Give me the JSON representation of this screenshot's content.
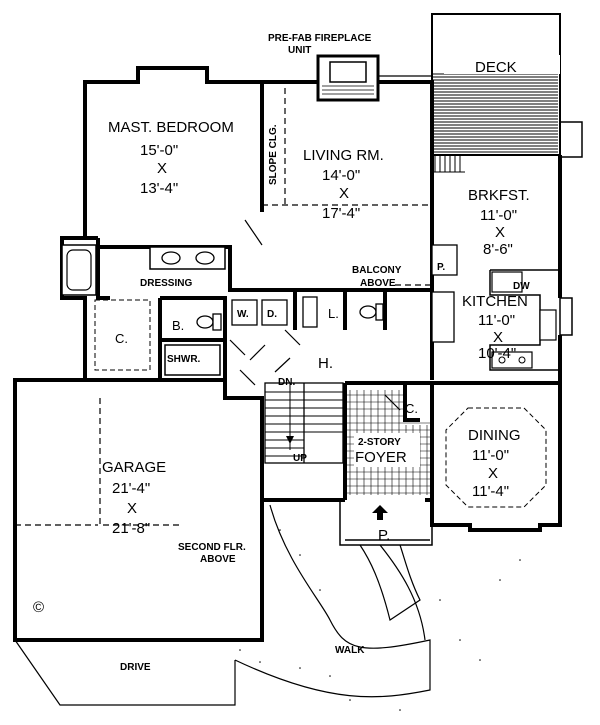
{
  "labels": {
    "fireplace_1": "PRE-FAB FIREPLACE",
    "fireplace_2": "UNIT",
    "deck": "DECK",
    "master_name": "MAST. BEDROOM",
    "master_dim1": "15'-0\"",
    "master_x": "X",
    "master_dim2": "13'-4\"",
    "slope": "SLOPE CLG.",
    "living_name": "LIVING RM.",
    "living_dim1": "14'-0\"",
    "living_x": "X",
    "living_dim2": "17'-4\"",
    "brkfst_name": "BRKFST.",
    "brkfst_dim1": "11'-0\"",
    "brkfst_x": "X",
    "brkfst_dim2": "8'-6\"",
    "dressing": "DRESSING",
    "balcony_1": "BALCONY",
    "balcony_2": "ABOVE",
    "pantry": "P.",
    "dw": "DW",
    "kitchen_name": "KITCHEN",
    "kitchen_dim1": "11'-0\"",
    "kitchen_x": "X",
    "kitchen_dim2": "10'-4\"",
    "closet_c": "C.",
    "bath_b": "B.",
    "washer": "W.",
    "dryer": "D.",
    "linen": "L.",
    "shower": "SHWR.",
    "hall": "H.",
    "down": "DN.",
    "closet_c2": "C.",
    "foyer_1": "2-STORY",
    "foyer_2": "FOYER",
    "up": "UP",
    "dining_name": "DINING",
    "dining_dim1": "11'-0\"",
    "dining_x": "X",
    "dining_dim2": "11'-4\"",
    "garage_name": "GARAGE",
    "garage_dim1": "21'-4\"",
    "garage_x": "X",
    "garage_dim2": "21'-8\"",
    "second_1": "SECOND FLR.",
    "second_2": "ABOVE",
    "porch": "P.",
    "copyright": "©",
    "walk": "WALK",
    "drive": "DRIVE"
  }
}
